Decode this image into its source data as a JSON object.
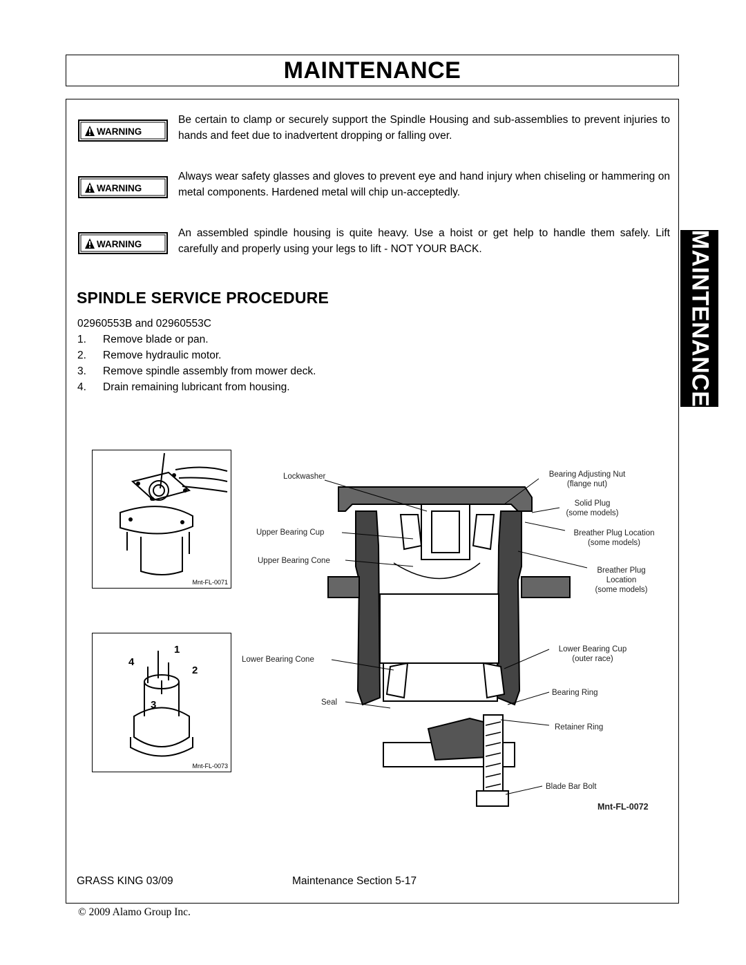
{
  "header": {
    "title": "MAINTENANCE"
  },
  "side_tab": {
    "label": "MAINTENANCE"
  },
  "warnings": [
    {
      "badge": "WARNING",
      "text": "Be certain  to clamp or securely support the Spindle Housing and sub-assemblies to prevent injuries to hands and feet due to inadvertent dropping or falling over."
    },
    {
      "badge": "WARNING",
      "text": "Always wear safety glasses and gloves to prevent eye and hand injury when chiseling or hammering on metal components. Hardened metal will chip un-acceptedly."
    },
    {
      "badge": "WARNING",
      "text": "An assembled spindle housing is quite heavy. Use a hoist or get help to handle them safely. Lift carefully and properly using your legs to lift - NOT YOUR BACK."
    }
  ],
  "section": {
    "title": "SPINDLE SERVICE PROCEDURE",
    "part_numbers": "02960553B and 02960553C",
    "steps": [
      {
        "num": "1.",
        "text": "Remove blade or pan."
      },
      {
        "num": "2.",
        "text": "Remove hydraulic motor."
      },
      {
        "num": "3.",
        "text": "Remove spindle assembly from mower deck."
      },
      {
        "num": "4.",
        "text": "Drain remaining lubricant from housing."
      }
    ]
  },
  "figures": {
    "photo1_id": "Mnt-FL-0071",
    "photo2_id": "Mnt-FL-0073",
    "photo2_labels": [
      "1",
      "2",
      "3",
      "4"
    ],
    "diagram_id": "Mnt-FL-0072",
    "callouts": {
      "lockwasher": "Lockwasher",
      "upper_bearing_cup": "Upper Bearing Cup",
      "upper_bearing_cone": "Upper Bearing Cone",
      "lower_bearing_cone": "Lower Bearing Cone",
      "seal": "Seal",
      "bearing_adjusting_nut": "Bearing Adjusting Nut",
      "flange_nut": "(flange nut)",
      "solid_plug": "Solid Plug",
      "solid_plug_note": "(some models)",
      "breather_plug_location": "Breather Plug Location",
      "breather_plug_location_note": "(some models)",
      "breather_plug": "Breather Plug",
      "breather_plug_2": "Location",
      "breather_plug_note": "(some models)",
      "lower_bearing_cup": "Lower Bearing Cup",
      "outer_race": "(outer race)",
      "bearing_ring": "Bearing Ring",
      "retainer_ring": "Retainer Ring",
      "blade_bar_bolt": "Blade Bar Bolt"
    }
  },
  "footer": {
    "left": "GRASS KING   03/09",
    "center": "Maintenance Section 5-17",
    "copyright": "© 2009 Alamo Group Inc."
  }
}
